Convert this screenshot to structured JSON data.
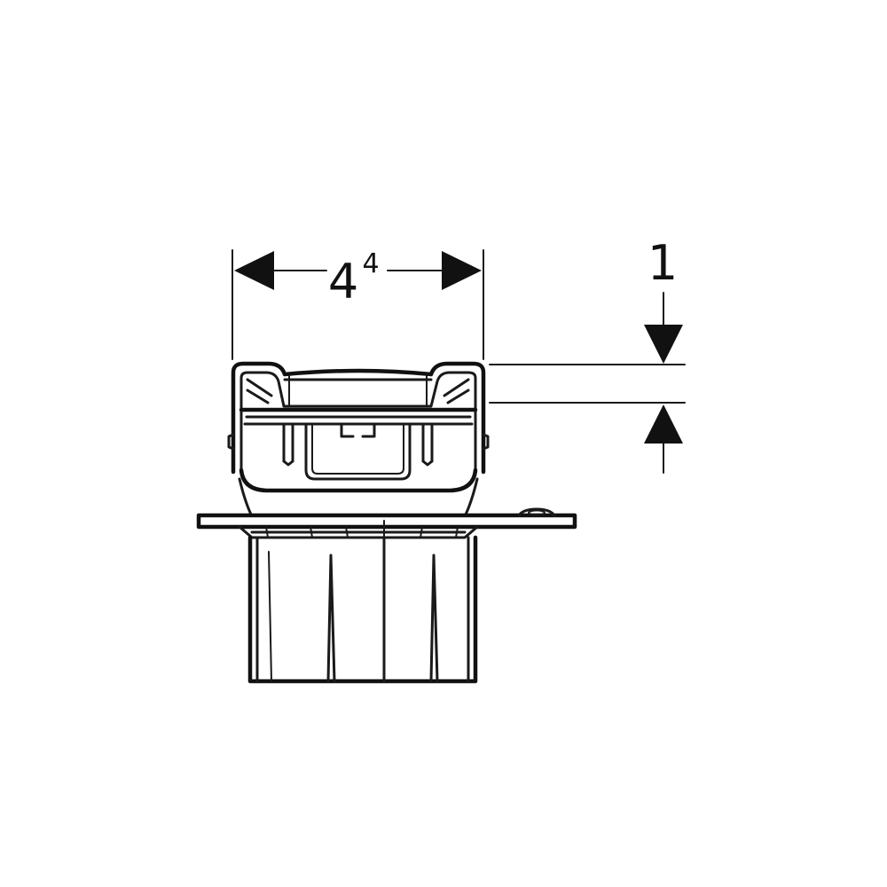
{
  "dimensions": {
    "width": {
      "value": "4",
      "superscript": "4"
    },
    "height": {
      "value": "1"
    }
  },
  "colors": {
    "ink": "#111111",
    "background": "#ffffff"
  }
}
